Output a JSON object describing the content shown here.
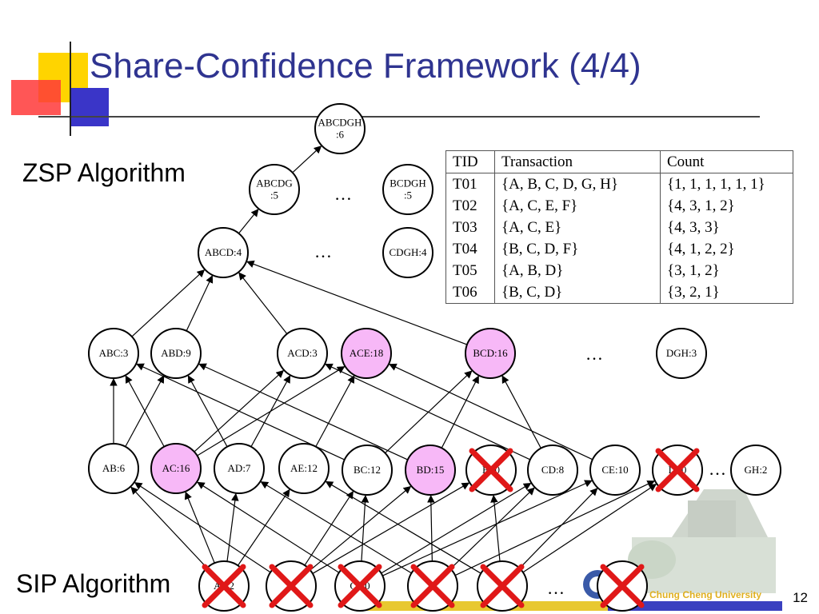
{
  "title": "Share-Confidence Framework (4/4)",
  "zsp_label": "ZSP Algorithm",
  "sip_label": "SIP Algorithm",
  "page_number": "12",
  "university": "Chung Cheng University",
  "colors": {
    "title": "#2f3490",
    "highlight": "#f7b8f7",
    "cross": "#e01818"
  },
  "ellipsis": "…",
  "table": {
    "headers": [
      "TID",
      "Transaction",
      "Count"
    ],
    "rows": [
      [
        "T01",
        "{A, B, C, D, G, H}",
        "{1, 1, 1, 1, 1, 1}"
      ],
      [
        "T02",
        "{A, C, E, F}",
        "{4, 3, 1, 2}"
      ],
      [
        "T03",
        "{A, C, E}",
        "{4, 3, 3}"
      ],
      [
        "T04",
        "{B, C, D, F}",
        "{4, 1, 2, 2}"
      ],
      [
        "T05",
        "{A, B, D}",
        "{3, 1, 2}"
      ],
      [
        "T06",
        "{B, C, D}",
        "{3, 2, 1}"
      ]
    ]
  },
  "nodes": [
    {
      "id": "abcdgh",
      "lines": [
        "ABCDGH",
        ":6"
      ],
      "highlight": false,
      "crossed": false
    },
    {
      "id": "abcdg",
      "lines": [
        "ABCDG",
        ":5"
      ],
      "highlight": false,
      "crossed": false
    },
    {
      "id": "bcdgh",
      "lines": [
        "BCDGH",
        ":5"
      ],
      "highlight": false,
      "crossed": false
    },
    {
      "id": "abcd",
      "lines": [
        "ABCD:4"
      ],
      "highlight": false,
      "crossed": false
    },
    {
      "id": "cdgh",
      "lines": [
        "CDGH:4"
      ],
      "highlight": false,
      "crossed": false
    },
    {
      "id": "abc",
      "lines": [
        "ABC:3"
      ],
      "highlight": false,
      "crossed": false
    },
    {
      "id": "abd",
      "lines": [
        "ABD:9"
      ],
      "highlight": false,
      "crossed": false
    },
    {
      "id": "acd",
      "lines": [
        "ACD:3"
      ],
      "highlight": false,
      "crossed": false
    },
    {
      "id": "ace",
      "lines": [
        "ACE:18"
      ],
      "highlight": true,
      "crossed": false
    },
    {
      "id": "bcd",
      "lines": [
        "BCD:16"
      ],
      "highlight": true,
      "crossed": false
    },
    {
      "id": "dgh",
      "lines": [
        "DGH:3"
      ],
      "highlight": false,
      "crossed": false
    },
    {
      "id": "ab",
      "lines": [
        "AB:6"
      ],
      "highlight": false,
      "crossed": false
    },
    {
      "id": "ac",
      "lines": [
        "AC:16"
      ],
      "highlight": true,
      "crossed": false
    },
    {
      "id": "ad",
      "lines": [
        "AD:7"
      ],
      "highlight": false,
      "crossed": false
    },
    {
      "id": "ae",
      "lines": [
        "AE:12"
      ],
      "highlight": false,
      "crossed": false
    },
    {
      "id": "bc",
      "lines": [
        "BC:12"
      ],
      "highlight": false,
      "crossed": false
    },
    {
      "id": "bd",
      "lines": [
        "BD:15"
      ],
      "highlight": true,
      "crossed": false
    },
    {
      "id": "be",
      "lines": [
        "B :0"
      ],
      "highlight": false,
      "crossed": true
    },
    {
      "id": "cd",
      "lines": [
        "CD:8"
      ],
      "highlight": false,
      "crossed": false
    },
    {
      "id": "ce",
      "lines": [
        "CE:10"
      ],
      "highlight": false,
      "crossed": false
    },
    {
      "id": "de",
      "lines": [
        "D :0"
      ],
      "highlight": false,
      "crossed": true
    },
    {
      "id": "gh",
      "lines": [
        "GH:2"
      ],
      "highlight": false,
      "crossed": false
    },
    {
      "id": "a",
      "lines": [
        "A:12"
      ],
      "highlight": false,
      "crossed": true
    },
    {
      "id": "b",
      "lines": [
        "B"
      ],
      "highlight": false,
      "crossed": true
    },
    {
      "id": "c",
      "lines": [
        "C:10"
      ],
      "highlight": false,
      "crossed": true
    },
    {
      "id": "d",
      "lines": [
        "D"
      ],
      "highlight": false,
      "crossed": true
    },
    {
      "id": "e",
      "lines": [
        "E"
      ],
      "highlight": false,
      "crossed": true
    },
    {
      "id": "h",
      "lines": [
        "H"
      ],
      "highlight": false,
      "crossed": true
    }
  ],
  "edges": [
    [
      "abcdg",
      "abcdgh"
    ],
    [
      "abcd",
      "abcdg"
    ],
    [
      "abc",
      "abcd"
    ],
    [
      "abd",
      "abcd"
    ],
    [
      "acd",
      "abcd"
    ],
    [
      "bcd",
      "abcd"
    ],
    [
      "ab",
      "abc"
    ],
    [
      "ab",
      "abd"
    ],
    [
      "ac",
      "abc"
    ],
    [
      "ac",
      "acd"
    ],
    [
      "ac",
      "ace"
    ],
    [
      "ad",
      "abd"
    ],
    [
      "ad",
      "acd"
    ],
    [
      "ae",
      "ace"
    ],
    [
      "bc",
      "abc"
    ],
    [
      "bc",
      "bcd"
    ],
    [
      "bd",
      "abd"
    ],
    [
      "bd",
      "bcd"
    ],
    [
      "cd",
      "acd"
    ],
    [
      "cd",
      "bcd"
    ],
    [
      "ce",
      "ace"
    ],
    [
      "a",
      "ab"
    ],
    [
      "a",
      "ac"
    ],
    [
      "a",
      "ad"
    ],
    [
      "a",
      "ae"
    ],
    [
      "b",
      "ab"
    ],
    [
      "b",
      "bc"
    ],
    [
      "b",
      "bd"
    ],
    [
      "b",
      "be"
    ],
    [
      "c",
      "ac"
    ],
    [
      "c",
      "bc"
    ],
    [
      "c",
      "cd"
    ],
    [
      "c",
      "ce"
    ],
    [
      "d",
      "ad"
    ],
    [
      "d",
      "bd"
    ],
    [
      "d",
      "cd"
    ],
    [
      "d",
      "de"
    ],
    [
      "e",
      "ae"
    ],
    [
      "e",
      "be"
    ],
    [
      "e",
      "ce"
    ],
    [
      "e",
      "de"
    ]
  ]
}
